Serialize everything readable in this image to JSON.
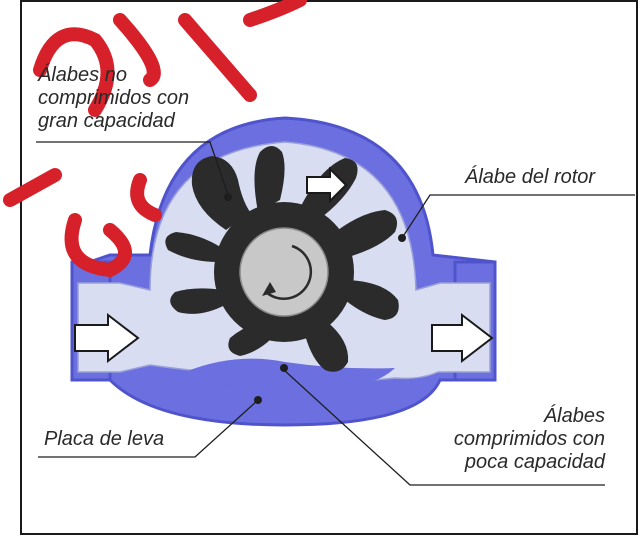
{
  "labels": {
    "alabes_no_comprimidos": [
      "Álabes no",
      "comprimidos con",
      "gran capacidad"
    ],
    "alabe_rotor": "Álabe del rotor",
    "placa_leva": "Placa de leva",
    "alabes_comprimidos": [
      "Álabes",
      "comprimidos con",
      "poca capacidad"
    ]
  },
  "colors": {
    "housing": "#6b6fe0",
    "housing_dark": "#4f54cc",
    "cavity": "#d8ddf2",
    "rotor": "#2b2b2b",
    "hub": "#c8c8c8",
    "watermark": "#d6202a",
    "leader": "#1e1e1e"
  },
  "icons": [
    "inlet-arrow-icon",
    "outlet-arrow-icon",
    "flow-arrow-icon",
    "rotation-arrow-icon"
  ]
}
